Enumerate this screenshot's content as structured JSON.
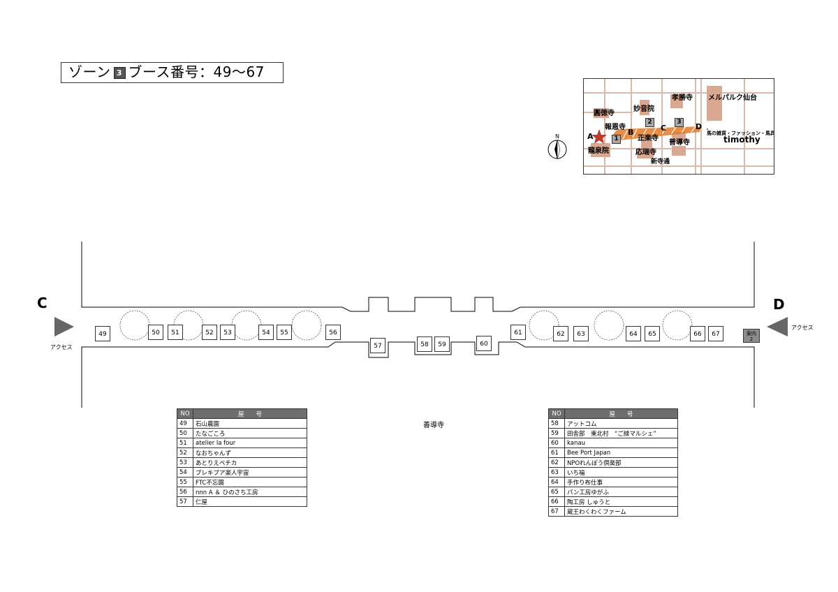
{
  "title": {
    "prefix": "ゾーン",
    "zone_badge": "3",
    "text": "ブース番号：49～67"
  },
  "minimap": {
    "labels": [
      "孝勝寺",
      "メルパルク仙台",
      "妙音院",
      "圓徳寺",
      "報恩寺",
      "正楽寺",
      "普導寺",
      "龍泉院",
      "応瑞寺",
      "新寺通",
      "timothy"
    ],
    "small_label": "馬の雑貨・ファッション・馬具",
    "zones": [
      "1",
      "2",
      "3"
    ],
    "points": [
      "A",
      "B",
      "C",
      "D"
    ],
    "compass": "N",
    "colors": {
      "building": "#d9a892",
      "street": "#e0c8b8",
      "route": "#e07a2a",
      "star": "#c0392b"
    }
  },
  "map": {
    "end_left": "C",
    "end_right": "D",
    "access_label": "アクセス",
    "center_label": "善導寺",
    "info_booth": {
      "line1": "案内",
      "line2": "2"
    },
    "booths_top": [
      "49",
      "50",
      "51",
      "52",
      "53",
      "54",
      "55",
      "56",
      "61",
      "62",
      "63",
      "64",
      "65",
      "66",
      "67"
    ],
    "booths_bottom": [
      "57",
      "58",
      "59",
      "60"
    ]
  },
  "table_left": {
    "headers": [
      "NO",
      "屋　　号"
    ],
    "rows": [
      [
        "49",
        "石山農園"
      ],
      [
        "50",
        "たなごころ"
      ],
      [
        "51",
        "atelier la four"
      ],
      [
        "52",
        "なおちゃんず"
      ],
      [
        "53",
        "あとりえペチカ"
      ],
      [
        "54",
        "プレキプア楽人宇宙"
      ],
      [
        "55",
        "FTC不忘園"
      ],
      [
        "56",
        "nnn A ＆ ひのさち工房"
      ],
      [
        "57",
        "仁屋"
      ]
    ]
  },
  "table_right": {
    "headers": [
      "NO",
      "屋　　号"
    ],
    "rows": [
      [
        "58",
        "アットコム"
      ],
      [
        "59",
        "田舎部　東北村　“ご縁マルシェ”"
      ],
      [
        "60",
        "kanau"
      ],
      [
        "61",
        "Bee Port Japan"
      ],
      [
        "62",
        "NPOれんぽう倶楽部"
      ],
      [
        "63",
        "いち福"
      ],
      [
        "64",
        "手作り布仕事"
      ],
      [
        "65",
        "パン工房ゆがふ"
      ],
      [
        "66",
        "陶工房 しゅうと"
      ],
      [
        "67",
        "蔵王わくわくファーム"
      ]
    ]
  }
}
